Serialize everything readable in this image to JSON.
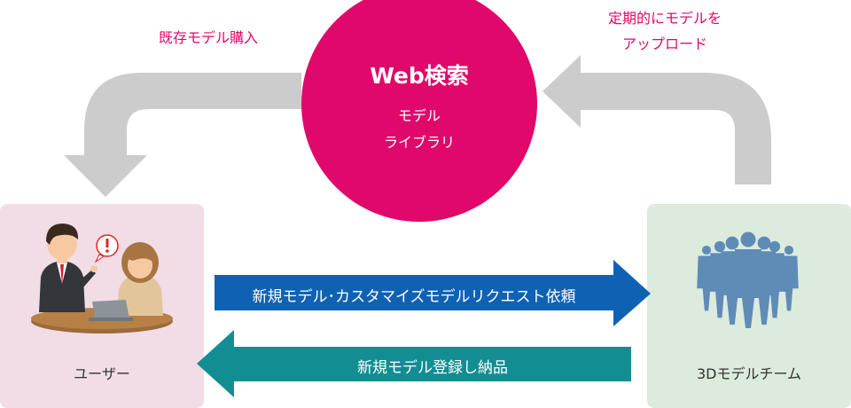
{
  "top_left_label": "既存モデル購入",
  "top_right_label": [
    "定期的にモデルを",
    "アップロード"
  ],
  "center": {
    "title": "Web検索",
    "lines": [
      "モデル",
      "ライブラリ"
    ]
  },
  "user_box": {
    "label": "ユーザー"
  },
  "team_box": {
    "label": "3Dモデルチーム"
  },
  "arrow_right": {
    "label": "新規モデル･カスタマイズモデルリクエスト依頼"
  },
  "arrow_left": {
    "label": "新規モデル登録し納品"
  },
  "colors": {
    "magenta": "#e0086a",
    "pink_box": "#f2dde6",
    "green_box": "#dcebdc",
    "blue_arrow": "#0f62b3",
    "teal_arrow": "#128e93",
    "gray_arrow": "#cccccc",
    "team_silhouette": "#5f8bb7"
  },
  "icons": [
    "business-people-icon",
    "alert-icon",
    "team-silhouette-icon"
  ]
}
